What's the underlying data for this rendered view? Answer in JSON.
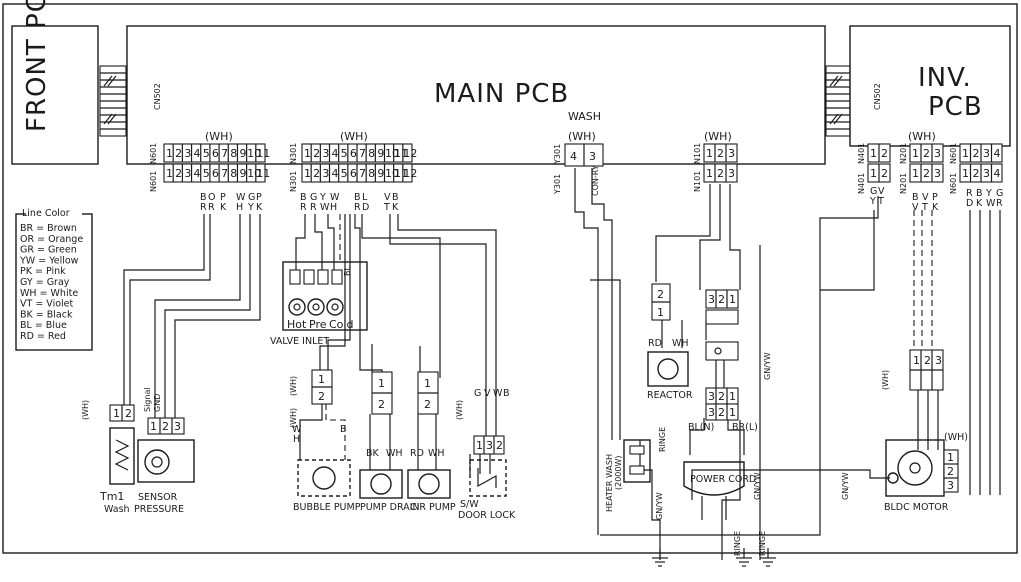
{
  "boards": {
    "front": "FRONT PCB",
    "main": "MAIN PCB",
    "inv_line1": "INV.",
    "inv_line2": "PCB",
    "cn502_left": "CN502",
    "cn502_right": "CN502"
  },
  "connectors": {
    "n601": {
      "label": "N601",
      "housing": "(WH)",
      "pins": [
        "1",
        "2",
        "3",
        "4",
        "5",
        "6",
        "7",
        "8",
        "9",
        "10",
        "11"
      ]
    },
    "n301": {
      "label": "N301",
      "housing": "(WH)",
      "pins": [
        "1",
        "2",
        "3",
        "4",
        "5",
        "6",
        "7",
        "8",
        "9",
        "10",
        "11",
        "12"
      ]
    },
    "y301": {
      "label": "Y301",
      "housing": "(WH)",
      "pins": [
        "4",
        "3"
      ],
      "title": "WASH",
      "note": "CON-RY"
    },
    "n101": {
      "label": "N101",
      "housing": "(WH)",
      "pins": [
        "1",
        "2",
        "3"
      ]
    },
    "n401": {
      "label": "N401",
      "pins": [
        "1",
        "2"
      ]
    },
    "n201": {
      "label": "N201",
      "housing": "(WH)",
      "pins": [
        "1",
        "2",
        "3"
      ]
    },
    "n601_inv": {
      "label": "N601",
      "pins": [
        "1",
        "2",
        "3",
        "4"
      ]
    }
  },
  "wire_codes": {
    "n601": [
      [
        "B",
        "R"
      ],
      [
        "O",
        "R"
      ],
      [
        "P",
        "K"
      ],
      [
        "W",
        "H"
      ],
      [
        "G",
        "Y"
      ],
      [
        "P",
        "K"
      ]
    ],
    "n301": [
      [
        "B",
        "R"
      ],
      [
        "G",
        "R"
      ],
      [
        "Y",
        "W"
      ],
      [
        "W",
        "H"
      ],
      [
        "B",
        "R"
      ],
      [
        "L",
        "D"
      ],
      [
        "V",
        "T"
      ],
      [
        "B",
        "K"
      ]
    ],
    "n401": [
      [
        "G",
        "Y"
      ],
      [
        "V",
        "T"
      ]
    ],
    "n201": [
      [
        "B",
        "V"
      ],
      [
        "V",
        "T"
      ],
      [
        "P",
        "K"
      ]
    ],
    "n601_inv": [
      [
        "R",
        "D"
      ],
      [
        "B",
        "K"
      ],
      [
        "Y",
        "W"
      ],
      [
        "G",
        "R"
      ]
    ]
  },
  "legend": {
    "title": "Line Color",
    "items": [
      "BR = Brown",
      "OR = Orange",
      "GR = Green",
      "YW = Yellow",
      "PK = Pink",
      "GY = Gray",
      "WH = White",
      "VT = Violet",
      "BK = Black",
      "BL = Blue",
      "RD = Red"
    ]
  },
  "components": {
    "valve_inlet": {
      "label": "VALVE INLET",
      "ports": [
        "Hot",
        "Pre",
        "Cold"
      ],
      "bl": "BL"
    },
    "tm1": {
      "label1": "Tm1",
      "label2": "Wash",
      "housing": "(WH)",
      "pins": [
        "1",
        "2"
      ]
    },
    "sensor": {
      "label1": "SENSOR",
      "label2": "PRESSURE",
      "signal": "Signal",
      "gnd": "GND",
      "pins": [
        "1",
        "2",
        "3"
      ]
    },
    "bubble_pump": {
      "label": "BUBBLE PUMP",
      "housing1": "(WH)",
      "housing2": "(WH)",
      "pins": [
        "1",
        "2"
      ],
      "wires": [
        "W",
        "H",
        "B"
      ]
    },
    "pump_drain": {
      "label": "PUMP DRAIN",
      "pins": [
        "1",
        "2"
      ],
      "wires": [
        "BK",
        "WH"
      ]
    },
    "cir_pump": {
      "label": "CIR PUMP",
      "pins": [
        "1",
        "2"
      ],
      "wires": [
        "RD",
        "WH"
      ]
    },
    "door_lock": {
      "label1": "S/W",
      "label2": "DOOR LOCK",
      "housing": "(WH)",
      "pins": [
        "1",
        "3",
        "2"
      ],
      "wires": [
        "G",
        "V",
        "W",
        "B"
      ]
    },
    "reactor": {
      "label": "REACTOR",
      "wires": [
        "RD",
        "WH"
      ],
      "pins": [
        "2",
        "1"
      ]
    },
    "power_cord": {
      "label": "POWER CORD",
      "bl": "BL(N)",
      "br": "BR(L)",
      "pins": [
        "3",
        "2",
        "1"
      ]
    },
    "heater": {
      "label1": "HEATER WASH",
      "label2": "(2000W)",
      "gnyw": "GN/YW"
    },
    "bldc": {
      "label": "BLDC MOTOR",
      "housing": "(WH)",
      "pins": [
        "1",
        "2",
        "3"
      ],
      "housing_side": "(WH)"
    },
    "ground_labels": [
      "RINGE",
      "RINGE",
      "RINGE"
    ],
    "gnyw": [
      "GN/YW",
      "GN/YW",
      "GN/YW"
    ]
  }
}
